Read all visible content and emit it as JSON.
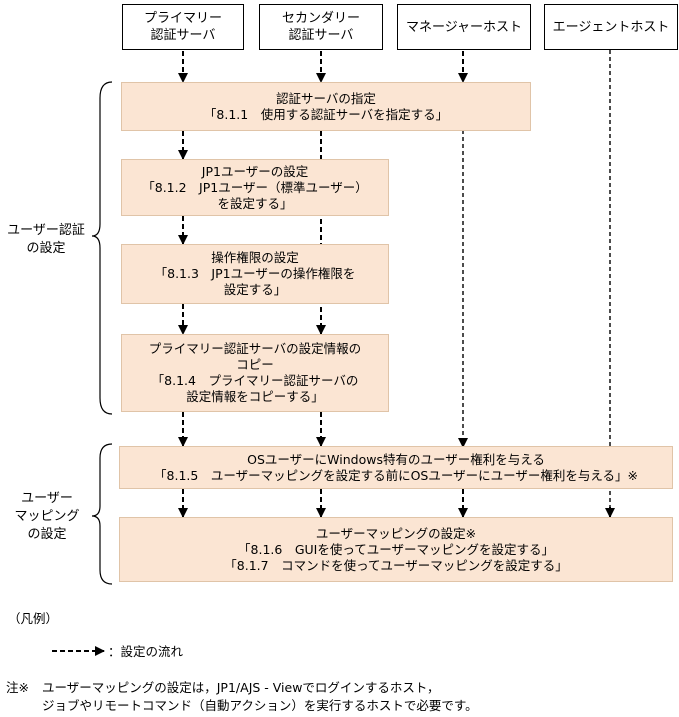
{
  "headers": [
    "プライマリー\n認証サーバ",
    "セカンダリー\n認証サーバ",
    "マネージャーホスト",
    "エージェントホスト"
  ],
  "steps": [
    "認証サーバの指定\n「8.1.1　使用する認証サーバを指定する」",
    "JP1ユーザーの設定\n「8.1.2　JP1ユーザー（標準ユーザー）\nを設定する」",
    "操作権限の設定\n「8.1.3　JP1ユーザーの操作権限を\n設定する」",
    "プライマリー認証サーバの設定情報の\nコピー\n「8.1.4　プライマリー認証サーバの\n設定情報をコピーする」",
    "OSユーザーにWindows特有のユーザー権利を与える\n「8.1.5　ユーザーマッピングを設定する前にOSユーザーにユーザー権利を与える」※",
    "ユーザーマッピングの設定※\n「8.1.6　GUIを使ってユーザーマッピングを設定する」\n「8.1.7　コマンドを使ってユーザーマッピングを設定する」"
  ],
  "groups": {
    "user_auth": "ユーザー認証\nの設定",
    "user_mapping": "ユーザー\nマッピング\nの設定"
  },
  "legend": {
    "title": "（凡例）",
    "flow": "：設定の流れ"
  },
  "note": {
    "mark": "注※",
    "line1": "ユーザーマッピングの設定は，JP1/AJS - Viewでログインするホスト，",
    "line2": "ジョブやリモートコマンド（自動アクション）を実行するホストで必要です。"
  }
}
